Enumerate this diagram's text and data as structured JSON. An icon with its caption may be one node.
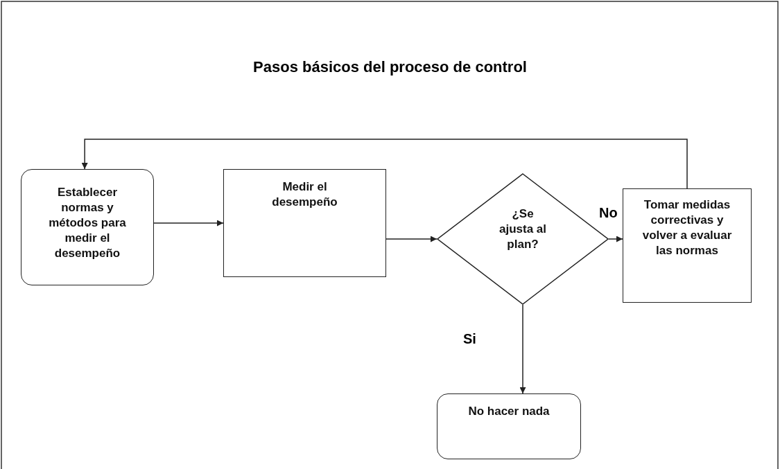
{
  "diagram": {
    "title": "Pasos básicos del proceso de control",
    "nodes": [
      {
        "text": [
          "Establecer normas y métodos para medir el desempeño"
        ]
      },
      {
        "text": [
          "Medir el desempeño"
        ]
      },
      {
        "text": [
          "¿Se ajusta al plan?"
        ]
      },
      {
        "text": [
          "Tomar medidas correctivas y volver a evaluar las normas"
        ]
      },
      {
        "text": [
          "No hacer nada"
        ]
      }
    ],
    "edges": [
      {
        "from": 0,
        "to": 1,
        "arrow": "to"
      },
      {
        "from": 1,
        "to": 2,
        "arrow": "to"
      },
      {
        "from": 2,
        "to": 3,
        "arrow": "to",
        "label": "No"
      },
      {
        "from": 2,
        "to": 4,
        "arrow": "to",
        "label": "Si"
      },
      {
        "from": 3,
        "to": 0,
        "arrow": "to"
      }
    ]
  }
}
